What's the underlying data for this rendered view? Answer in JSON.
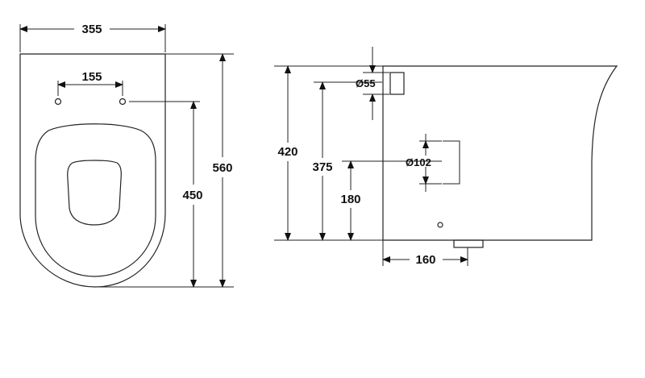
{
  "drawing": {
    "top_view": {
      "width_label": "355",
      "hole_spacing_label": "155",
      "depth_label": "560",
      "hole_to_front_label": "450"
    },
    "side_view": {
      "height_label": "420",
      "inlet_height_label": "375",
      "inlet_diameter_label": "Ø55",
      "outlet_diameter_label": "Ø102",
      "outlet_height_label": "180",
      "outlet_offset_label": "160"
    }
  }
}
